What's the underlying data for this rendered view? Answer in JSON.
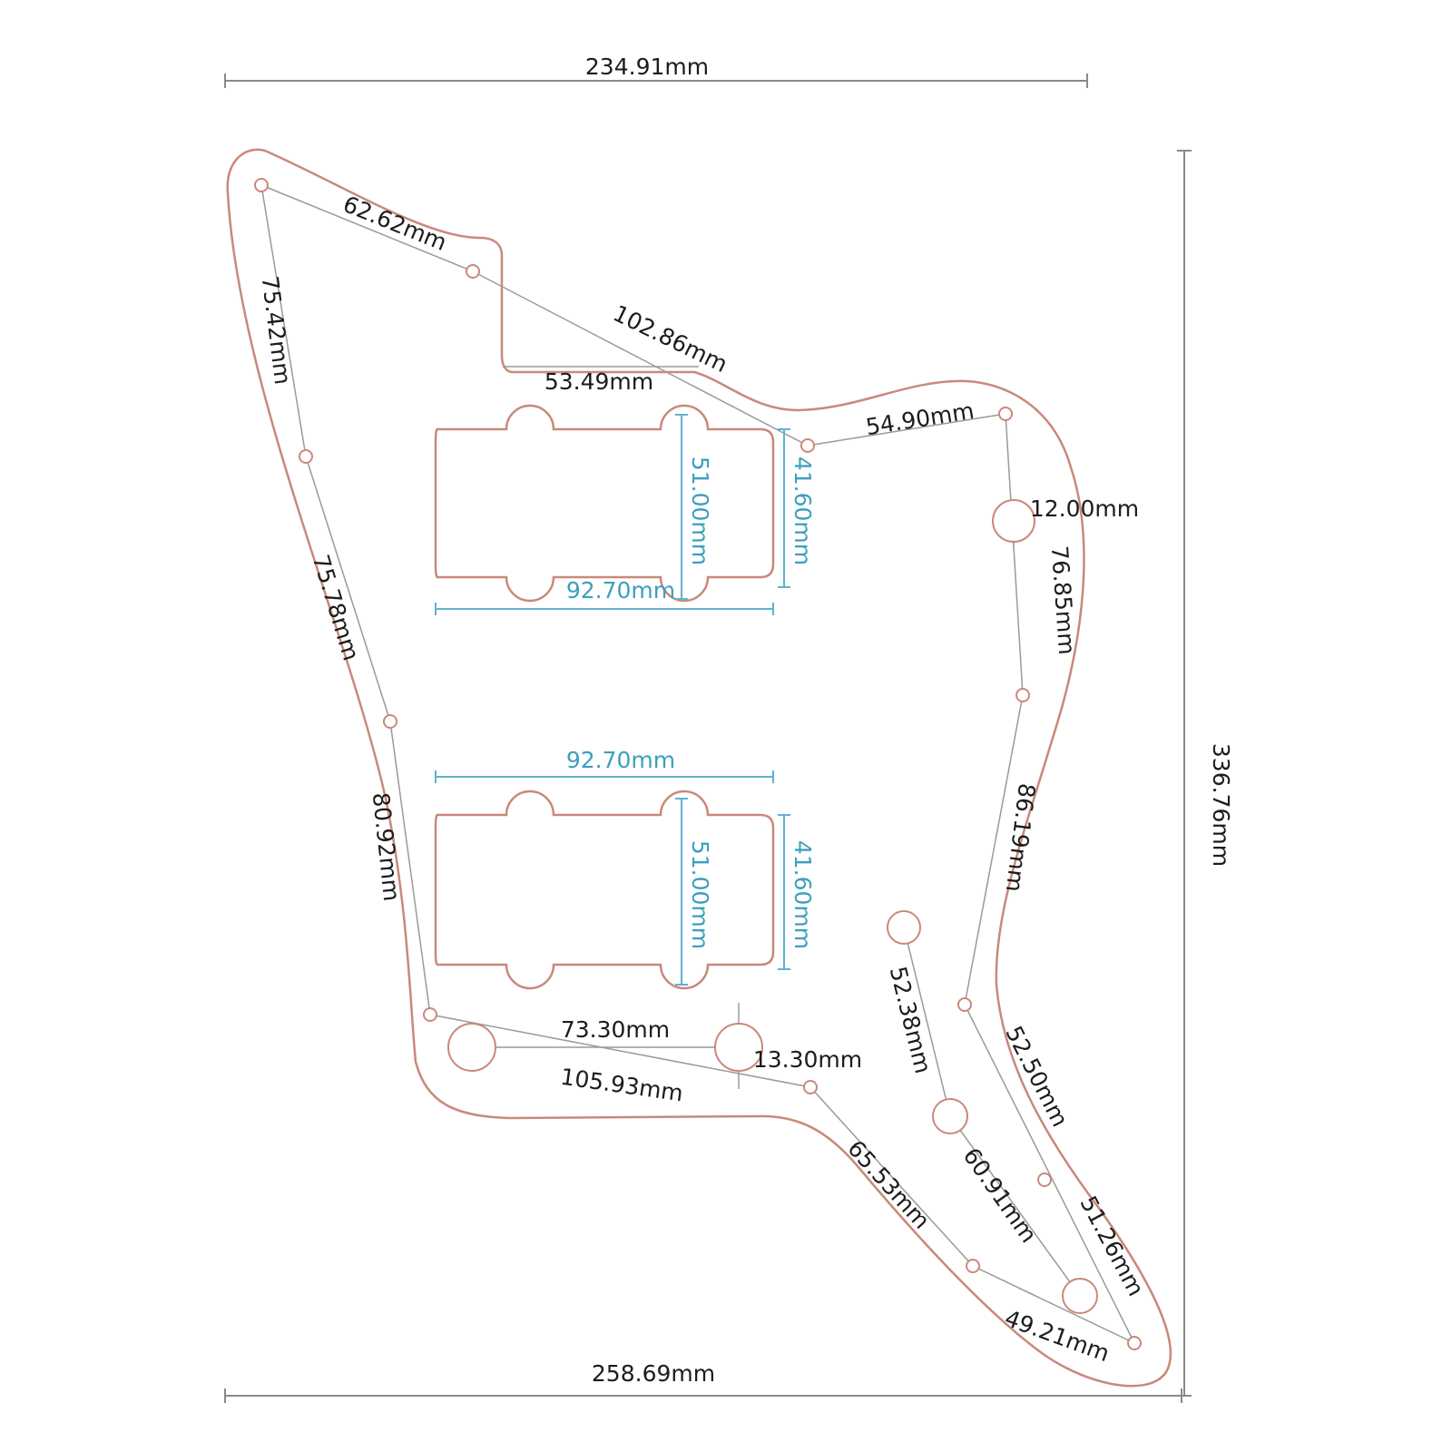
{
  "overall": {
    "top_width": "234.91mm",
    "bottom_width": "258.69mm",
    "height": "336.76mm"
  },
  "edge_dimensions": {
    "d_62_62": "62.62mm",
    "d_102_86": "102.86mm",
    "d_53_49": "53.49mm",
    "d_54_90": "54.90mm",
    "d_75_42": "75.42mm",
    "d_75_78": "75.78mm",
    "d_80_92": "80.92mm",
    "d_12_00": "12.00mm",
    "d_76_85": "76.85mm",
    "d_86_19": "86.19mm",
    "d_52_38": "52.38mm",
    "d_52_50": "52.50mm",
    "d_73_30": "73.30mm",
    "d_13_30": "13.30mm",
    "d_105_93": "105.93mm",
    "d_65_53": "65.53mm",
    "d_60_91": "60.91mm",
    "d_51_26": "51.26mm",
    "d_49_21": "49.21mm"
  },
  "pickups": {
    "neck": {
      "width": "92.70mm",
      "outer_height": "51.00mm",
      "inner_height": "41.60mm"
    },
    "bridge": {
      "width": "92.70mm",
      "outer_height": "51.00mm",
      "inner_height": "41.60mm"
    }
  },
  "colors": {
    "outline": "#c9897a",
    "pickup_dims": "#3e9fbe",
    "text": "#1c1c1c"
  }
}
